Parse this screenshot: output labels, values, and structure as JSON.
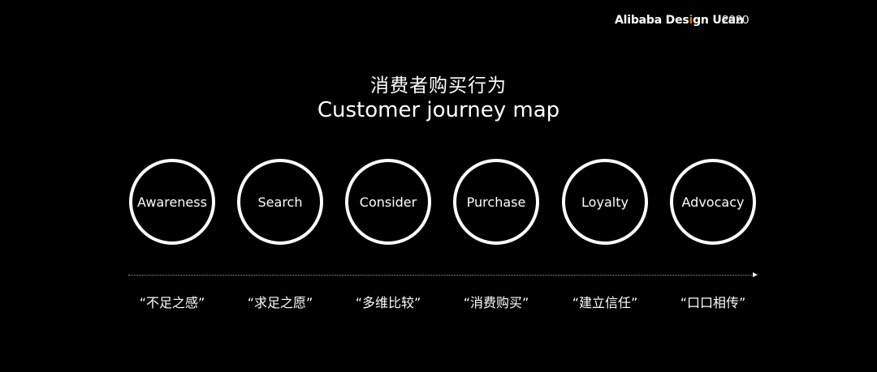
{
  "brand": {
    "name_part1": "Alibaba Des",
    "name_accent": "i",
    "name_part2": "gn Ucan",
    "year": "2020",
    "accent_color": "#ff6a00"
  },
  "title": {
    "zh": "消费者购买行为",
    "en": "Customer journey map"
  },
  "stages": [
    {
      "name": "Awareness",
      "caption": "“不足之感”"
    },
    {
      "name": "Search",
      "caption": "“求足之愿”"
    },
    {
      "name": "Consider",
      "caption": "“多维比较”"
    },
    {
      "name": "Purchase",
      "caption": "“消费购买”"
    },
    {
      "name": "Loyalty",
      "caption": "“建立信任”"
    },
    {
      "name": "Advocacy",
      "caption": "“口口相传”"
    }
  ],
  "colors": {
    "background": "#000000",
    "foreground": "#ffffff",
    "axis": "#9a9a9a"
  }
}
